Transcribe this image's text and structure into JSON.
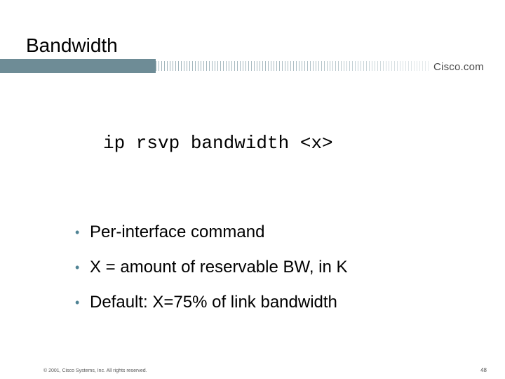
{
  "slide": {
    "title": "Bandwidth",
    "logo_text": "Cisco.com",
    "command": "ip rsvp bandwidth <x>",
    "bullet_symbol": "•",
    "bullets": [
      {
        "text": "Per-interface command"
      },
      {
        "text": "X = amount of reservable BW, in K"
      },
      {
        "text": "Default: X=75% of link bandwidth"
      }
    ],
    "footer": {
      "copyright": "© 2001, Cisco Systems, Inc. All rights reserved.",
      "page_number": "48"
    }
  },
  "colors": {
    "header_bar": "#6e8c96",
    "header_stripes": "#9fb3ba",
    "bullet": "#4f8394",
    "text": "#000000"
  }
}
